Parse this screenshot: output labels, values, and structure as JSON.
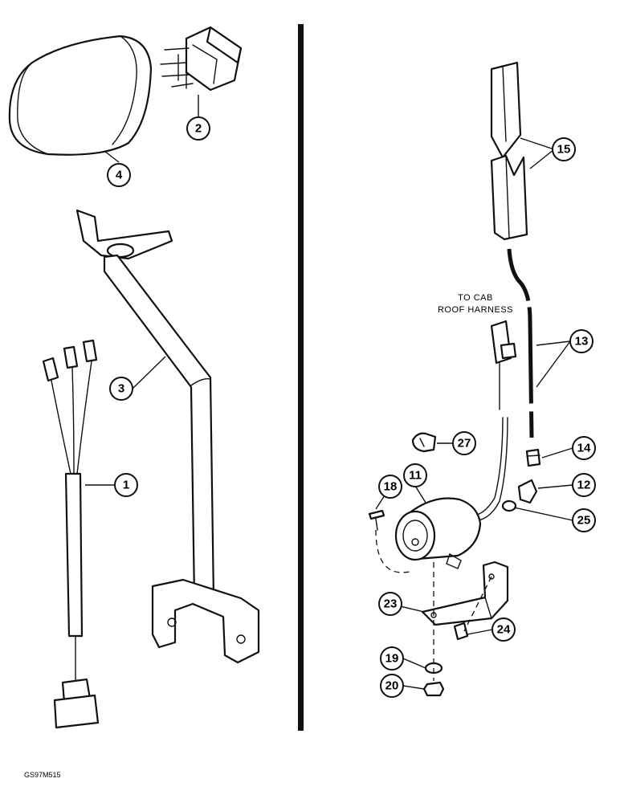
{
  "callouts": {
    "c1": "1",
    "c2": "2",
    "c3": "3",
    "c4": "4",
    "c11": "11",
    "c12": "12",
    "c13": "13",
    "c14": "14",
    "c15": "15",
    "c18": "18",
    "c19": "19",
    "c20": "20",
    "c23": "23",
    "c24": "24",
    "c25": "25",
    "c27": "27"
  },
  "note": {
    "line1": "TO CAB",
    "line2": "ROOF HARNESS"
  },
  "figure_code": "GS97M515"
}
